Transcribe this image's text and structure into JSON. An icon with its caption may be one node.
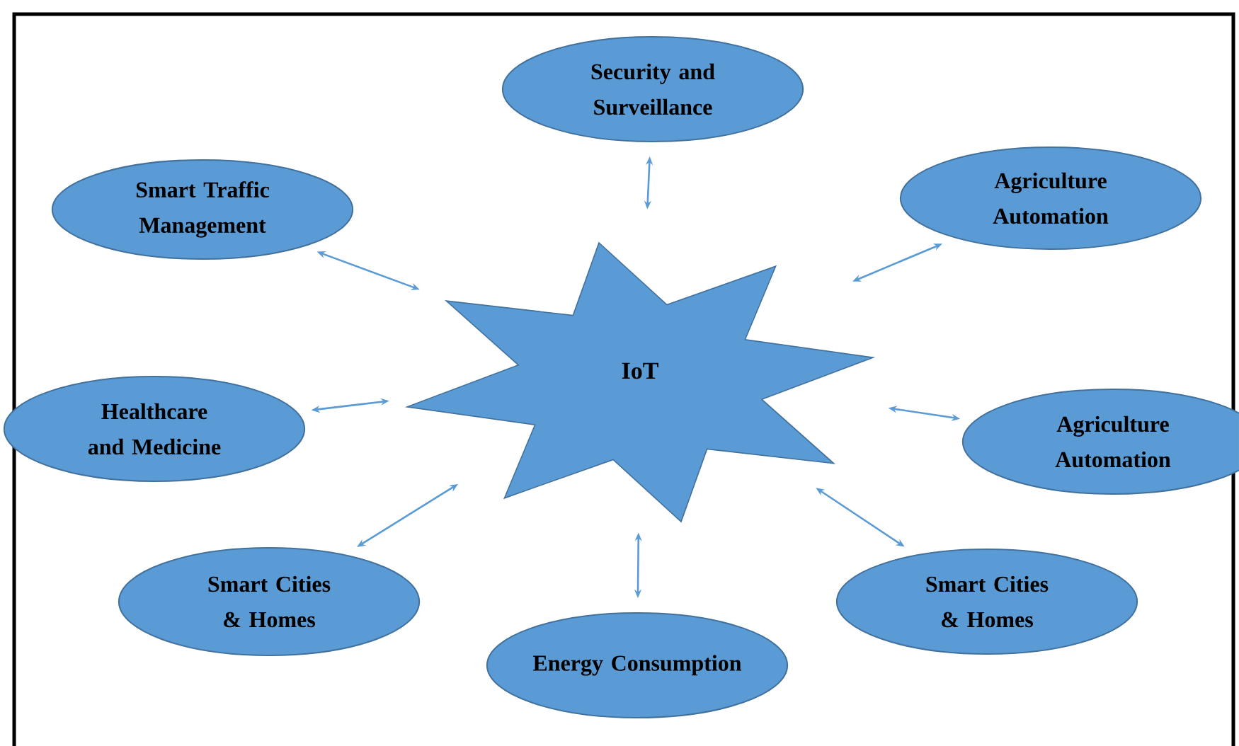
{
  "diagram": {
    "nodes": [
      {
        "text": [
          "IoT"
        ]
      },
      {
        "text": [
          "Security and Surveillance"
        ]
      },
      {
        "text": [
          "Smart Traffic Management"
        ]
      },
      {
        "text": [
          "Agriculture Automation"
        ]
      },
      {
        "text": [
          "Healthcare and Medicine"
        ]
      },
      {
        "text": [
          "Agriculture Automation"
        ]
      },
      {
        "text": [
          "Smart Cities & Homes"
        ]
      },
      {
        "text": [
          "Smart Cities & Homes"
        ]
      },
      {
        "text": [
          "Energy Consumption"
        ]
      }
    ],
    "edges": [
      {
        "from": 0,
        "to": 1,
        "arrow": "both"
      },
      {
        "from": 0,
        "to": 2,
        "arrow": "both"
      },
      {
        "from": 0,
        "to": 3,
        "arrow": "both"
      },
      {
        "from": 0,
        "to": 4,
        "arrow": "both"
      },
      {
        "from": 0,
        "to": 5,
        "arrow": "both"
      },
      {
        "from": 0,
        "to": 6,
        "arrow": "both"
      },
      {
        "from": 0,
        "to": 7,
        "arrow": "both"
      },
      {
        "from": 0,
        "to": 8,
        "arrow": "both"
      }
    ]
  }
}
